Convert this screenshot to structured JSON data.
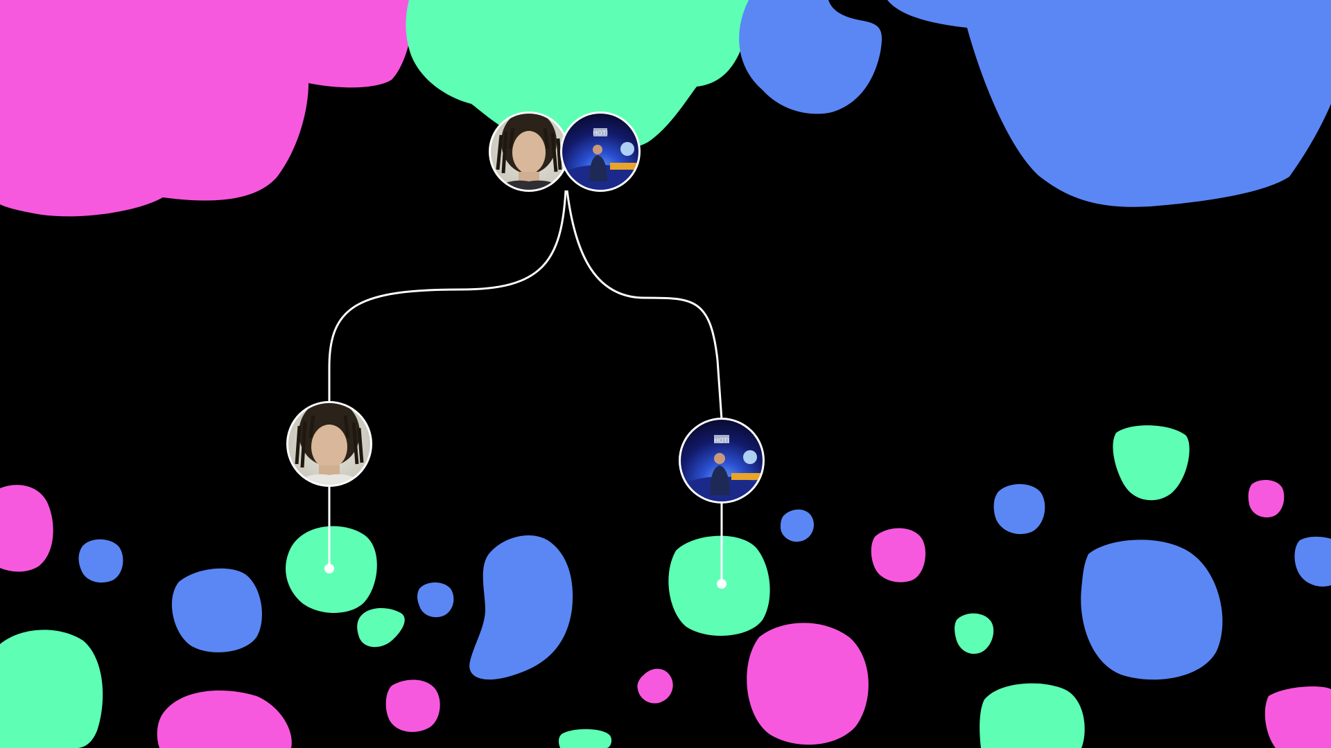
{
  "colors": {
    "background": "#000000",
    "pink": "#F759DE",
    "green": "#5EFFB4",
    "blue": "#5B87F5",
    "line": "#FFFFFF"
  },
  "tree": {
    "root": {
      "avatars": [
        {
          "name": "avatar-person-dreadlocks",
          "kind": "portrait-dreadlocks"
        },
        {
          "name": "avatar-speaker-on-stage",
          "kind": "stage-speaker",
          "logo_text": "HOTI"
        }
      ]
    },
    "children": [
      {
        "name": "child-node-left",
        "avatar": "portrait-dreadlocks",
        "anchor_color": "green"
      },
      {
        "name": "child-node-right",
        "avatar": "stage-speaker",
        "logo_text": "HOTI",
        "anchor_color": "green"
      }
    ]
  }
}
